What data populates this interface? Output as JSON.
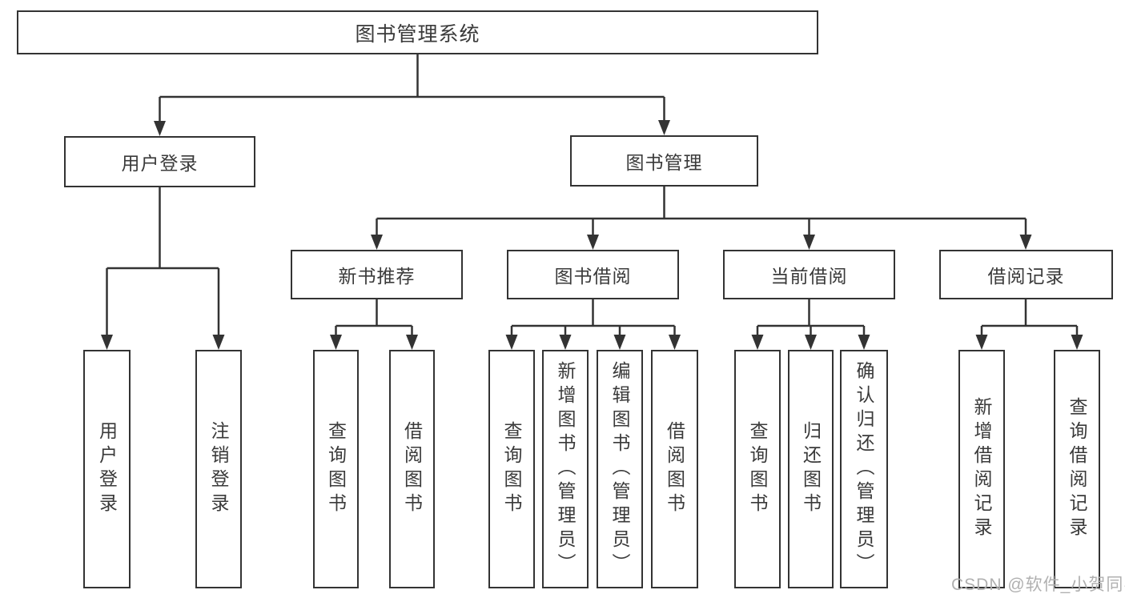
{
  "diagram": {
    "title_node": "图书管理系统",
    "root": {
      "label": "图书管理系统"
    },
    "branches": [
      {
        "label": "用户登录",
        "children": [
          {
            "label": "用户登录"
          },
          {
            "label": "注销登录"
          }
        ]
      },
      {
        "label": "图书管理",
        "children": [
          {
            "label": "新书推荐",
            "children": [
              {
                "label": "查询图书"
              },
              {
                "label": "借阅图书"
              }
            ]
          },
          {
            "label": "图书借阅",
            "children": [
              {
                "label": "查询图书"
              },
              {
                "label": "新增图书（管理员）"
              },
              {
                "label": "编辑图书（管理员）"
              },
              {
                "label": "借阅图书"
              }
            ]
          },
          {
            "label": "当前借阅",
            "children": [
              {
                "label": "查询图书"
              },
              {
                "label": "归还图书"
              },
              {
                "label": "确认归还（管理员）"
              }
            ]
          },
          {
            "label": "借阅记录",
            "children": [
              {
                "label": "新增借阅记录"
              },
              {
                "label": "查询借阅记录"
              }
            ]
          }
        ]
      }
    ]
  },
  "watermark": {
    "text": "CSDN @软件_小贺同学"
  },
  "colors": {
    "line": "#333333",
    "text": "#3a3a3a",
    "background": "#ffffff",
    "watermark": "#b0b0b0"
  }
}
